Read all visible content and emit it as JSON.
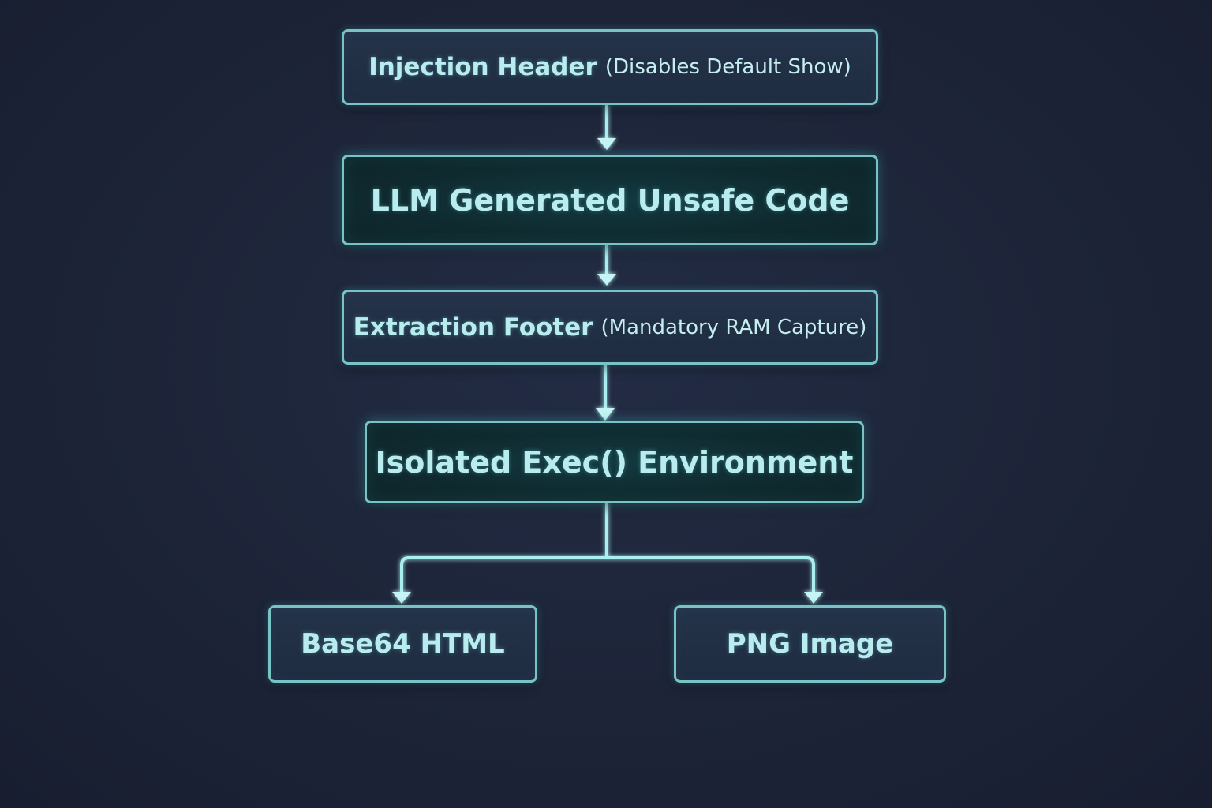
{
  "nodes": {
    "injection_header": {
      "title": "Injection Header",
      "note": "(Disables Default Show)"
    },
    "llm_code": {
      "title": "LLM Generated Unsafe Code"
    },
    "extraction_footer": {
      "title": "Extraction Footer",
      "note": "(Mandatory RAM Capture)"
    },
    "exec_env": {
      "title": "Isolated Exec() Environment"
    },
    "base64_html": {
      "title": "Base64 HTML"
    },
    "png_image": {
      "title": "PNG Image"
    }
  },
  "colors": {
    "background": "#1d2438",
    "border": "#79c3c7",
    "connector": "#a9eef0",
    "text": "#b9ecef"
  }
}
